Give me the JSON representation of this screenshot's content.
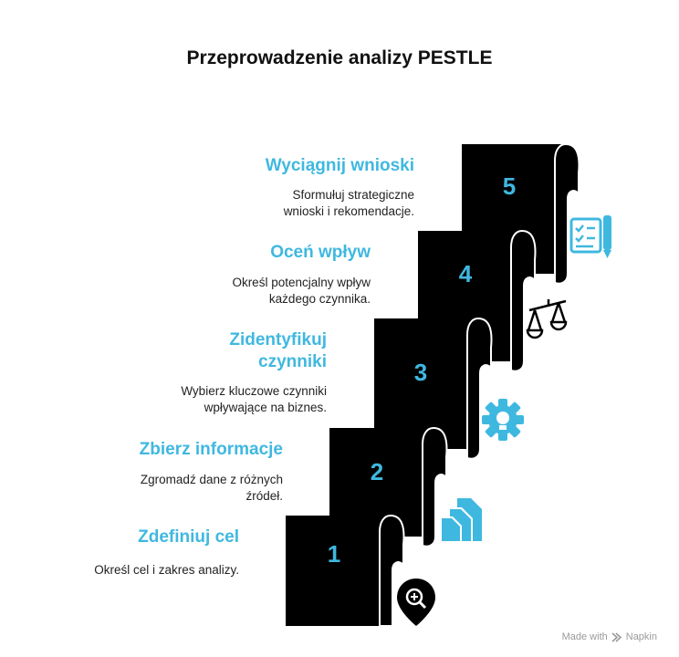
{
  "title": "Przeprowadzenie analizy PESTLE",
  "colors": {
    "accent": "#3fb8e0",
    "dark": "#000000",
    "text": "#222222"
  },
  "steps": [
    {
      "number": "1",
      "title": "Zdefiniuj cel",
      "desc": "Określ cel i zakres analizy.",
      "icon": "magnifier-plus-pin-icon"
    },
    {
      "number": "2",
      "title": "Zbierz informacje",
      "desc": "Zgromadź dane z różnych źródeł.",
      "icon": "documents-icon"
    },
    {
      "number": "3",
      "title": "Zidentyfikuj czynniki",
      "desc": "Wybierz kluczowe czynniki wpływające na biznes.",
      "icon": "gear-icon"
    },
    {
      "number": "4",
      "title": "Oceń wpływ",
      "desc": "Określ potencjalny wpływ każdego czynnika.",
      "icon": "scales-icon"
    },
    {
      "number": "5",
      "title": "Wyciągnij wnioski",
      "desc": "Sformułuj strategiczne wnioski i rekomendacje.",
      "icon": "checklist-pen-icon"
    }
  ],
  "footer": {
    "prefix": "Made with",
    "brand": "Napkin"
  }
}
